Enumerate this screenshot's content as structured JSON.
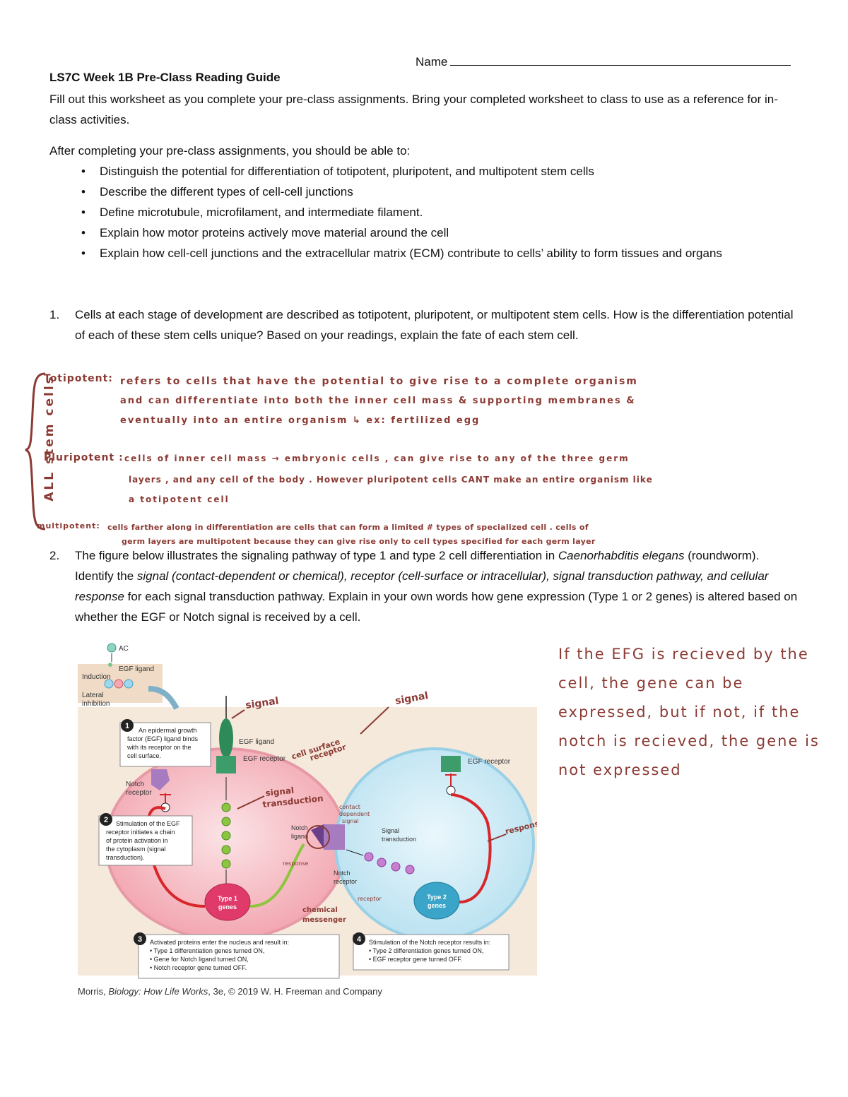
{
  "header": {
    "name_label": "Name",
    "title": "LS7C Week 1B Pre-Class Reading Guide",
    "intro": "Fill out this worksheet as you complete your pre-class assignments. Bring your completed worksheet to class to use as a reference for in-class activities.",
    "objectives_lead": "After completing your pre-class assignments, you should be able to:"
  },
  "objectives": [
    "Distinguish the potential for differentiation of totipotent, pluripotent, and multipotent stem cells",
    "Describe the different types of cell-cell junctions",
    "Define microtubule, microfilament, and intermediate filament.",
    "Explain how motor proteins actively move material around the cell",
    "Explain how cell-cell junctions and the extracellular matrix (ECM) contribute to cells’ ability to form tissues and organs"
  ],
  "question1": {
    "number": "1.",
    "text": "Cells at each stage of development are described as totipotent, pluripotent, or multipotent stem cells. How is the differentiation potential of each of these stem cells unique? Based on your readings, explain the fate of each stem cell."
  },
  "answer1": {
    "bracket_label": "ALL stem cells",
    "totipotent_label": "Totipotent:",
    "totipotent_line1": "refers to cells that have the potential to give rise to a complete organism",
    "totipotent_line2": "and can differentiate into both the inner cell mass & supporting membranes &",
    "totipotent_line3": "eventually into an entire organism ↳ ex: fertilized egg",
    "pluripotent_label": "Pluripotent :",
    "pluripotent_line1": "cells of inner cell mass → embryonic cells , can give rise to any of the three germ",
    "pluripotent_line2": "layers , and any cell of the body . However pluripotent cells CANT make an entire organism like",
    "pluripotent_line3": "a totipotent cell",
    "multipotent_label": "multipotent:",
    "multipotent_line1": "cells farther along in differentiation are cells that can form a limited # types of specialized cell . cells of",
    "multipotent_line2": "germ layers are multipotent because they can give rise only to cell types specified for each germ layer"
  },
  "question2": {
    "number": "2.",
    "part1": "The figure below illustrates the signaling pathway of type 1 and type 2 cell differentiation in ",
    "species": "Caenorhabditis elegans",
    "part2": " (roundworm). Identify the ",
    "terms": "signal (contact-dependent or chemical), receptor (cell-surface or intracellular), signal transduction pathway, and cellular response",
    "part3": " for each signal transduction pathway. Explain in your own words how gene expression (Type 1 or 2 genes) is altered based on whether the EGF or Notch signal is received by a cell."
  },
  "answer2": "If the EFG is recieved by the cell, the gene can be expressed, but if not, if the notch is recieved, the gene is not expressed",
  "figure": {
    "ac_label": "AC",
    "egf_ligand_top": "EGF ligand",
    "induction": "Induction",
    "lateral_inhibition_1": "Lateral",
    "lateral_inhibition_2": "inhibition",
    "step1_num": "1",
    "step1_l1": "An epidermal growth",
    "step1_l2": "factor (EGF) ligand binds",
    "step1_l3": "with its receptor on the",
    "step1_l4": "cell surface.",
    "egf_ligand": "EGF ligand",
    "egf_receptor_left": "EGF receptor",
    "notch_receptor_left_1": "Notch",
    "notch_receptor_left_2": "receptor",
    "step2_num": "2",
    "step2_l1": "Stimulation of the EGF",
    "step2_l2": "receptor initiates a chain",
    "step2_l3": "of protein activation in",
    "step2_l4": "the cytoplasm (signal",
    "step2_l5": "transduction).",
    "notch_ligand_1": "Notch",
    "notch_ligand_2": "ligand",
    "signal_transduction_1": "Signal",
    "signal_transduction_2": "transduction",
    "notch_receptor_mid_1": "Notch",
    "notch_receptor_mid_2": "receptor",
    "type1_1": "Type 1",
    "type1_2": "genes",
    "type2_1": "Type 2",
    "type2_2": "genes",
    "egf_receptor_right": "EGF receptor",
    "step3_num": "3",
    "step3_l1": "Activated proteins enter the nucleus and result in:",
    "step3_l2": "• Type 1 differentiation genes turned ON,",
    "step3_l3": "• Gene for Notch ligand turned ON,",
    "step3_l4": "• Notch receptor gene turned OFF.",
    "step4_num": "4",
    "step4_l1": "Stimulation of the Notch receptor results in:",
    "step4_l2": "• Type 2 differentiation genes turned ON,",
    "step4_l3": "• EGF receptor gene turned OFF.",
    "caption_author": "Morris, ",
    "caption_book": "Biology: How Life Works",
    "caption_rest": ", 3e, © 2019 W. H. Freeman and Company"
  },
  "annotations": {
    "signal_left": "signal",
    "signal_right": "signal",
    "cell_surface_1": "cell surface",
    "cell_surface_2": "receptor",
    "signal_transduction_1": "signal",
    "signal_transduction_2": "transduction",
    "contact_1": "contact",
    "contact_2": "dependent",
    "contact_3": "signal",
    "response_small": "response",
    "receptor_small": "receptor",
    "chemical_1": "chemical",
    "chemical_2": "messenger",
    "response_right": "response"
  },
  "colors": {
    "ink": "#8b3a33",
    "cell_left": "#f4a7b1",
    "cell_right": "#bfe4f2",
    "figure_bg": "#f5e9dc",
    "egf": "#2f8a5a",
    "notch": "#a77bbf",
    "pathway_red": "#d8262b",
    "pathway_green": "#8cc63f"
  }
}
